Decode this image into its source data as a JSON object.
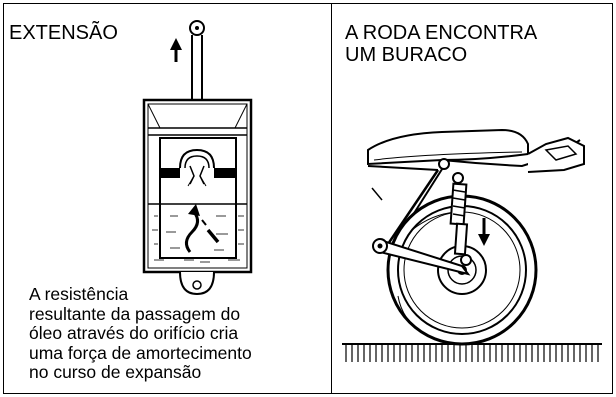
{
  "left_panel": {
    "title": "EXTENSÃO",
    "caption_lines": [
      "A resistência",
      "resultante da passagem do",
      "óleo através do orifício cria",
      "uma força de amortecimento",
      "no curso de expansão"
    ]
  },
  "right_panel": {
    "title_lines": [
      "A RODA ENCONTRA",
      "UM BURACO"
    ]
  }
}
